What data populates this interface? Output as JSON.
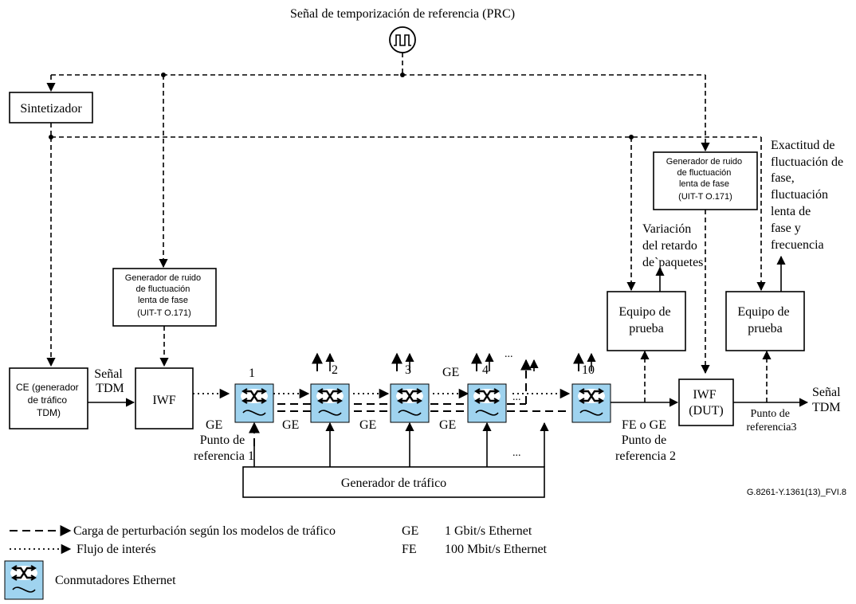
{
  "prc_label": "Señal de temporización de referencia (PRC)",
  "sintetizador": "Sintetizador",
  "noise_gen_left": [
    "Generador de ruido",
    "de fluctuación",
    "lenta de fase",
    "(UIT-T O.171)"
  ],
  "noise_gen_right": [
    "Generador de ruido",
    "de fluctuación",
    "lenta de fase",
    "(UIT-T O.171)"
  ],
  "ce_box": [
    "CE (generador",
    "de tráfico",
    "TDM)"
  ],
  "senal_tdm_in": [
    "Señal",
    "TDM"
  ],
  "iwf_left": "IWF",
  "iwf_dut": [
    "IWF",
    "(DUT)"
  ],
  "senal_tdm_out": [
    "Señal",
    "TDM"
  ],
  "equipo1": [
    "Equipo de",
    "prueba"
  ],
  "equipo2": [
    "Equipo de",
    "prueba"
  ],
  "variacion": [
    "Variación",
    "del retardo",
    "de`paquetes"
  ],
  "exactitud": [
    "Exactitud de",
    "fluctuación de",
    "fase,",
    "fluctuación",
    "lenta de",
    "fase y",
    "frecuencia"
  ],
  "switch_numbers": [
    "1",
    "2",
    "3",
    "4",
    "10"
  ],
  "ge": "GE",
  "ellipsis": "...",
  "fe_o_ge": "FE o GE",
  "punto_ref1": [
    "Punto de",
    "referencia 1"
  ],
  "punto_ref2": [
    "Punto de",
    "referencia 2"
  ],
  "punto_ref3": [
    "Punto de",
    "referencia3"
  ],
  "generador_trafico": "Generador de tráfico",
  "figure_id": "G.8261-Y.1361(13)_FVI.8",
  "legend": {
    "dashed_label": "Carga de perturbación según los modelos de tráfico",
    "dotted_label": "Flujo de interés",
    "ge_abbr": "GE",
    "ge_desc": "1 Gbit/s Ethernet",
    "fe_abbr": "FE",
    "fe_desc": "100 Mbit/s Ethernet",
    "switch_label": "Conmutadores Ethernet"
  },
  "colors": {
    "switch_fill": "#9fd3ef",
    "line": "#000000"
  }
}
